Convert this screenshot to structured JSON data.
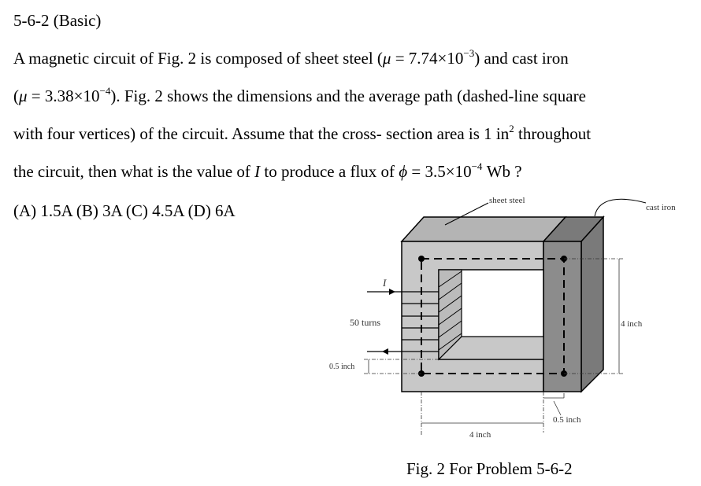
{
  "problem": {
    "heading": "5-6-2 (Basic)",
    "line1_a": "A magnetic circuit of Fig. 2 is composed of sheet steel (",
    "mu1_sym": "μ",
    "mu1_val": " = 7.74×10",
    "mu1_exp": "−3",
    "line1_b": ") and cast iron",
    "line2_a": "(",
    "mu2_sym": "μ",
    "mu2_val": " = 3.38×10",
    "mu2_exp": "−4",
    "line2_b": "). Fig. 2 shows the dimensions and the average path (dashed-line square",
    "line3": "with four vertices) of the circuit. Assume that the cross- section area is 1 in",
    "line3_exp": "2",
    "line3_b": " throughout",
    "line4_a": "the circuit, then what is the value of ",
    "line4_i": "I",
    "line4_b": " to produce a flux of ",
    "phi_sym": "ϕ",
    "phi_val": " = 3.5×10",
    "phi_exp": "−4",
    "phi_unit": " Wb ?",
    "choices": "(A) 1.5A    (B) 3A    (C) 4.5A    (D) 6A"
  },
  "figure": {
    "label_sheet_steel": "sheet steel",
    "label_cast_iron": "cast iron",
    "label_current": "I",
    "label_turns": "50 turns",
    "label_half_inch_left": "0.5 inch",
    "label_four_inch_right": "4 inch",
    "label_half_inch_bottom": "0.5 inch",
    "label_four_inch_bottom": "4 inch",
    "caption": "Fig. 2 For Problem 5-6-2",
    "colors": {
      "steel": "#c8c8c8",
      "steel_top": "#b4b4b4",
      "iron": "#8c8c8c",
      "iron_side": "#7a7a7a"
    }
  }
}
